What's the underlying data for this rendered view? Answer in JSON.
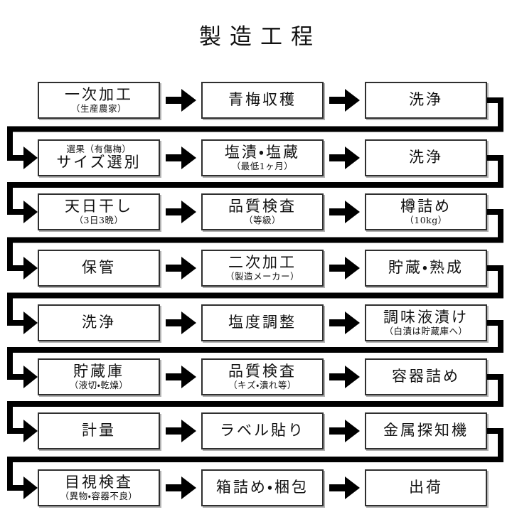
{
  "title": "製造工程",
  "colors": {
    "line": "#000000",
    "box_border": "#2f2f2f",
    "background": "#ffffff",
    "text": "#111111"
  },
  "flow": {
    "rows": [
      {
        "boxes": [
          {
            "main": "一次加工",
            "sub": "（生産農家）",
            "sub_pos": "below"
          },
          {
            "main": "青梅収穫"
          },
          {
            "main": "洗浄"
          }
        ]
      },
      {
        "boxes": [
          {
            "main": "サイズ選別",
            "sub": "選果（有傷梅）",
            "sub_pos": "above"
          },
          {
            "main": "塩漬・塩蔵",
            "sub": "（最低1ヶ月）",
            "sub_pos": "below"
          },
          {
            "main": "洗浄"
          }
        ]
      },
      {
        "boxes": [
          {
            "main": "天日干し",
            "sub": "（3日3晩）",
            "sub_pos": "below"
          },
          {
            "main": "品質検査",
            "sub": "（等級）",
            "sub_pos": "below"
          },
          {
            "main": "樽詰め",
            "sub": "（10kg）",
            "sub_pos": "below"
          }
        ]
      },
      {
        "boxes": [
          {
            "main": "保管"
          },
          {
            "main": "二次加工",
            "sub": "（製造メーカー）",
            "sub_pos": "below"
          },
          {
            "main": "貯蔵・熟成"
          }
        ]
      },
      {
        "boxes": [
          {
            "main": "洗浄"
          },
          {
            "main": "塩度調整"
          },
          {
            "main": "調味液漬け",
            "sub": "（白漬は貯蔵庫へ）",
            "sub_pos": "below"
          }
        ]
      },
      {
        "boxes": [
          {
            "main": "貯蔵庫",
            "sub": "（液切・乾燥）",
            "sub_pos": "below"
          },
          {
            "main": "品質検査",
            "sub": "（キズ・潰れ等）",
            "sub_pos": "below"
          },
          {
            "main": "容器詰め"
          }
        ]
      },
      {
        "boxes": [
          {
            "main": "計量"
          },
          {
            "main": "ラベル貼り"
          },
          {
            "main": "金属探知機"
          }
        ]
      },
      {
        "boxes": [
          {
            "main": "目視検査",
            "sub": "（異物・容器不良）",
            "sub_pos": "below"
          },
          {
            "main": "箱詰め・梱包"
          },
          {
            "main": "出荷"
          }
        ]
      }
    ]
  }
}
